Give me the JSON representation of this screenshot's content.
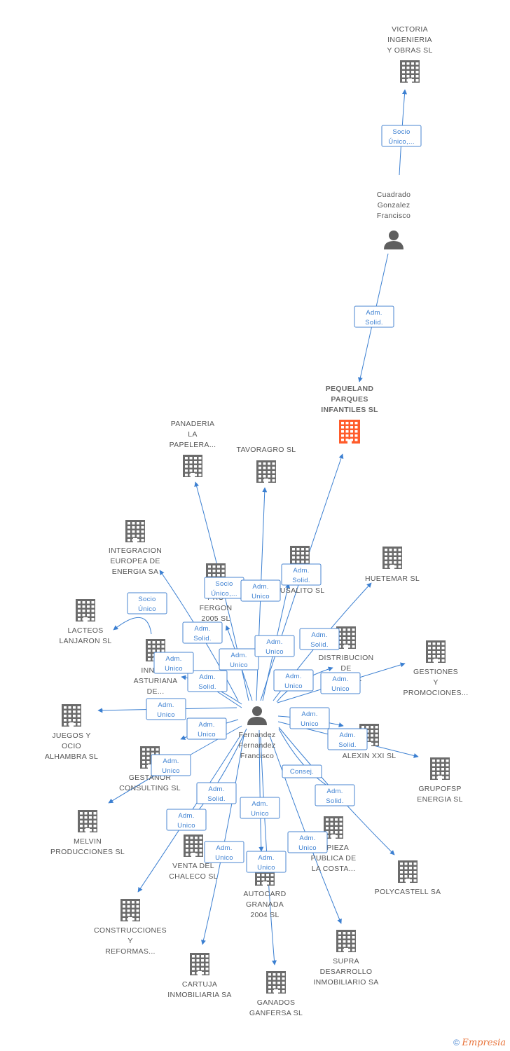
{
  "colors": {
    "edge": "#3b7fd1",
    "company": "#6b6b6b",
    "focus_company": "#ff5c2b",
    "person": "#5f5f5f"
  },
  "icon_names": {
    "company": "building-icon",
    "person": "person-icon"
  },
  "nodes": [
    {
      "id": "victoria",
      "type": "company",
      "lines": [
        "VICTORIA",
        "INGENIERIA",
        "Y OBRAS  SL"
      ]
    },
    {
      "id": "cuadrado",
      "type": "person",
      "lines": [
        "Cuadrado",
        "Gonzalez",
        "Francisco"
      ]
    },
    {
      "id": "pequeland",
      "type": "company",
      "focus": true,
      "lines": [
        "PEQUELAND",
        "PARQUES",
        "INFANTILES SL"
      ]
    },
    {
      "id": "panaderia",
      "type": "company",
      "lines": [
        "PANADERIA",
        "LA",
        "PAPELERA..."
      ]
    },
    {
      "id": "tavoragro",
      "type": "company",
      "lines": [
        "TAVORAGRO SL"
      ]
    },
    {
      "id": "integracion",
      "type": "company",
      "lines": [
        "INTEGRACION",
        "EUROPEA DE",
        "ENERGIA SA"
      ]
    },
    {
      "id": "fergon",
      "type": "company",
      "lines": [
        "PRO",
        "FERGON",
        "2005 SL"
      ]
    },
    {
      "id": "sausalito",
      "type": "company",
      "lines": [
        "AUSALITO SL"
      ]
    },
    {
      "id": "huetemar",
      "type": "company",
      "lines": [
        "HUETEMAR SL"
      ]
    },
    {
      "id": "lacteos",
      "type": "company",
      "lines": [
        "LACTEOS",
        "LANJARON  SL"
      ]
    },
    {
      "id": "innova",
      "type": "company",
      "lines": [
        "INNOVA",
        "ASTURIANA",
        "DE..."
      ]
    },
    {
      "id": "distribucion",
      "type": "company",
      "lines": [
        "DISTRIBUCION",
        "DE",
        "AL        ION..."
      ]
    },
    {
      "id": "gestiones",
      "type": "company",
      "lines": [
        "GESTIONES",
        "Y",
        "PROMOCIONES..."
      ]
    },
    {
      "id": "juegos",
      "type": "company",
      "lines": [
        "JUEGOS Y",
        "OCIO",
        "ALHAMBRA SL"
      ]
    },
    {
      "id": "fernandez",
      "type": "person",
      "lines": [
        "Fernandez",
        "Fernandez",
        "Francisco"
      ]
    },
    {
      "id": "alexin",
      "type": "company",
      "lines": [
        "ALEXIN XXI SL"
      ]
    },
    {
      "id": "gestanor",
      "type": "company",
      "lines": [
        "GESTANOR",
        "CONSULTING SL"
      ]
    },
    {
      "id": "grupofsp",
      "type": "company",
      "lines": [
        "GRUPOFSP",
        "ENERGIA SL"
      ]
    },
    {
      "id": "melvin",
      "type": "company",
      "lines": [
        "MELVIN",
        "PRODUCCIONES SL"
      ]
    },
    {
      "id": "chaleco",
      "type": "company",
      "lines": [
        "VENTA DEL",
        "CHALECO SL"
      ]
    },
    {
      "id": "limpieza",
      "type": "company",
      "lines": [
        "IMPIEZA",
        "PUBLICA DE",
        "LA COSTA..."
      ]
    },
    {
      "id": "polycastell",
      "type": "company",
      "lines": [
        "POLYCASTELL SA"
      ]
    },
    {
      "id": "autocard",
      "type": "company",
      "lines": [
        "AUTOCARD",
        "GRANADA",
        "2004 SL"
      ]
    },
    {
      "id": "construcciones",
      "type": "company",
      "lines": [
        "CONSTRUCCIONES",
        "Y",
        "REFORMAS..."
      ]
    },
    {
      "id": "supra",
      "type": "company",
      "lines": [
        "SUPRA",
        "DESARROLLO",
        "INMOBILIARIO SA"
      ]
    },
    {
      "id": "cartuja",
      "type": "company",
      "lines": [
        "CARTUJA",
        "INMOBILIARIA SA"
      ]
    },
    {
      "id": "ganados",
      "type": "company",
      "lines": [
        "GANADOS",
        "GANFERSA SL"
      ]
    }
  ],
  "edges": [
    {
      "from": "cuadrado",
      "to": "victoria",
      "lines": [
        "Socio",
        "Único,..."
      ]
    },
    {
      "from": "cuadrado",
      "to": "pequeland",
      "lines": [
        "Adm.",
        "Solid."
      ]
    },
    {
      "from": "fernandez",
      "to": "pequeland",
      "lines": [
        "Adm.",
        "Solid."
      ]
    },
    {
      "from": "fernandez",
      "to": "panaderia",
      "lines": [
        "Socio",
        "Único,..."
      ]
    },
    {
      "from": "fernandez",
      "to": "tavoragro",
      "lines": [
        "Adm.",
        "Unico"
      ]
    },
    {
      "from": "fernandez",
      "to": "integracion",
      "lines": [
        "Adm.",
        "Solid."
      ]
    },
    {
      "from": "innova",
      "to": "lacteos",
      "lines": [
        "Socio",
        "Único"
      ]
    },
    {
      "from": "fernandez",
      "to": "fergon",
      "lines": [
        "Adm.",
        "Unico"
      ]
    },
    {
      "from": "fernandez",
      "to": "sausalito",
      "lines": [
        "Adm.",
        "Unico"
      ]
    },
    {
      "from": "fernandez",
      "to": "huetemar",
      "lines": [
        "Adm.",
        "Solid."
      ]
    },
    {
      "from": "fernandez",
      "to": "innova",
      "lines": [
        "Adm.",
        "Solid."
      ]
    },
    {
      "from": "fernandez",
      "to": "innova",
      "lines": [
        "Adm.",
        "Unico"
      ]
    },
    {
      "from": "fernandez",
      "to": "distribucion",
      "lines": [
        "Adm.",
        "Unico"
      ]
    },
    {
      "from": "fernandez",
      "to": "gestiones",
      "lines": [
        "Adm.",
        "Unico"
      ]
    },
    {
      "from": "fernandez",
      "to": "juegos",
      "lines": [
        "Adm.",
        "Unico"
      ]
    },
    {
      "from": "fernandez",
      "to": "alexin",
      "lines": [
        "Adm.",
        "Unico"
      ]
    },
    {
      "from": "fernandez",
      "to": "grupofsp",
      "lines": [
        "Adm.",
        "Solid."
      ]
    },
    {
      "from": "fernandez",
      "to": "gestanor",
      "lines": [
        "Adm.",
        "Unico"
      ]
    },
    {
      "from": "fernandez",
      "to": "melvin",
      "lines": [
        "Adm.",
        "Unico"
      ]
    },
    {
      "from": "fernandez",
      "to": "chaleco",
      "lines": [
        "Adm.",
        "Solid."
      ]
    },
    {
      "from": "fernandez",
      "to": "limpieza",
      "lines": [
        "Consej."
      ]
    },
    {
      "from": "fernandez",
      "to": "polycastell",
      "lines": [
        "Adm.",
        "Solid."
      ]
    },
    {
      "from": "fernandez",
      "to": "autocard",
      "lines": [
        "Adm.",
        "Unico"
      ]
    },
    {
      "from": "fernandez",
      "to": "construcciones",
      "lines": [
        "Adm.",
        "Unico"
      ]
    },
    {
      "from": "fernandez",
      "to": "supra",
      "lines": [
        "Adm.",
        "Unico"
      ]
    },
    {
      "from": "fernandez",
      "to": "cartuja",
      "lines": [
        "Adm.",
        "Unico"
      ]
    },
    {
      "from": "fernandez",
      "to": "ganados",
      "lines": [
        "Adm.",
        "Unico"
      ]
    }
  ],
  "footer": {
    "copyright": "©",
    "brand": "Empresia"
  }
}
